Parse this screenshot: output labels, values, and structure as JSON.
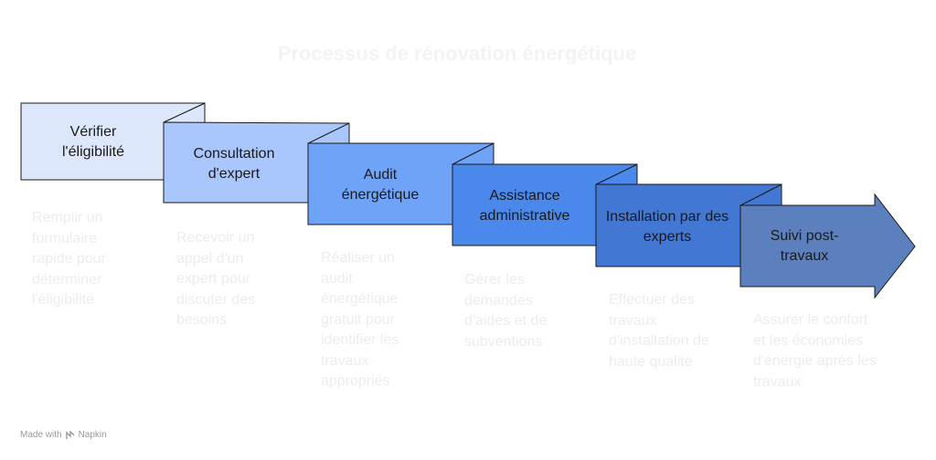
{
  "title": "Processus de rénovation énergétique",
  "steps": [
    {
      "label": "Vérifier l'éligibilité",
      "description": "Remplir un formulaire rapide pour déterminer l'éligibilité",
      "color": "#dce7fb"
    },
    {
      "label": "Consultation d'expert",
      "description": "Recevoir un appel d'un expert pour discuter des besoins",
      "color": "#a9c7fc"
    },
    {
      "label": "Audit énergétique",
      "description": "Réaliser un audit énergétique gratuit pour identifier les travaux appropriés",
      "color": "#6fa3f7"
    },
    {
      "label": "Assistance administrative",
      "description": "Gérer les demandes d'aides et de subventions",
      "color": "#4a88ec"
    },
    {
      "label": "Installation par des experts",
      "description": "Effectuer des travaux d'installation de haute qualité",
      "color": "#4377d4"
    },
    {
      "label": "Suivi post-travaux",
      "description": "Assurer le confort et les économies d'énergie après les travaux",
      "color": "#5b80bd"
    }
  ],
  "footer": {
    "prefix": "Made with",
    "brand": "Napkin"
  }
}
